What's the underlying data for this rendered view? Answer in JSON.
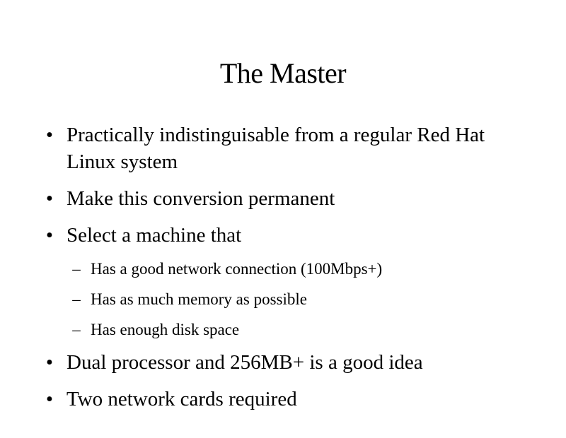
{
  "slide": {
    "title": "The Master",
    "bullet_glyph": "•",
    "sub_glyph": "–",
    "bullets": [
      {
        "text": "Practically indistinguisable from a regular Red Hat Linux system"
      },
      {
        "text": "Make this conversion permanent"
      },
      {
        "text": "Select a machine that"
      },
      {
        "text": "Dual processor and 256MB+ is a good idea"
      },
      {
        "text": "Two network cards required"
      }
    ],
    "sub_items": [
      {
        "text": "Has a good network connection (100Mbps+)"
      },
      {
        "text": "Has as much memory as possible"
      },
      {
        "text": "Has enough disk space"
      }
    ]
  }
}
